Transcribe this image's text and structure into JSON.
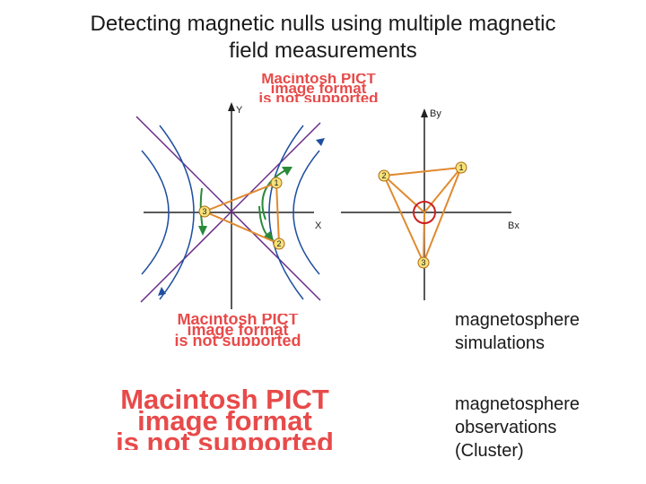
{
  "title": {
    "line1": "Detecting magnetic nulls using multiple magnetic",
    "line2": "field measurements"
  },
  "placeholders": {
    "line1": "Macintosh PICT",
    "line2": "image format",
    "line3": "is not supported"
  },
  "captions": {
    "simulations": {
      "line1": "magnetosphere",
      "line2": "simulations"
    },
    "observations": {
      "line1": "magnetosphere",
      "line2": "observations",
      "line3": "(Cluster)"
    }
  },
  "diagram": {
    "left_axes": {
      "x_label": "X",
      "y_label": "Y"
    },
    "right_axes": {
      "x_label": "Bx",
      "y_label": "By"
    },
    "spacecraft": [
      "1",
      "2",
      "3"
    ],
    "colors": {
      "field_lines": "#1f4fa0",
      "separatrix": "#6a2a8a",
      "tetrahedron": "#e08a30",
      "arrows": "#2a8a3a",
      "marker_fill": "#f5e27a",
      "null_circle": "#cc2020"
    }
  }
}
